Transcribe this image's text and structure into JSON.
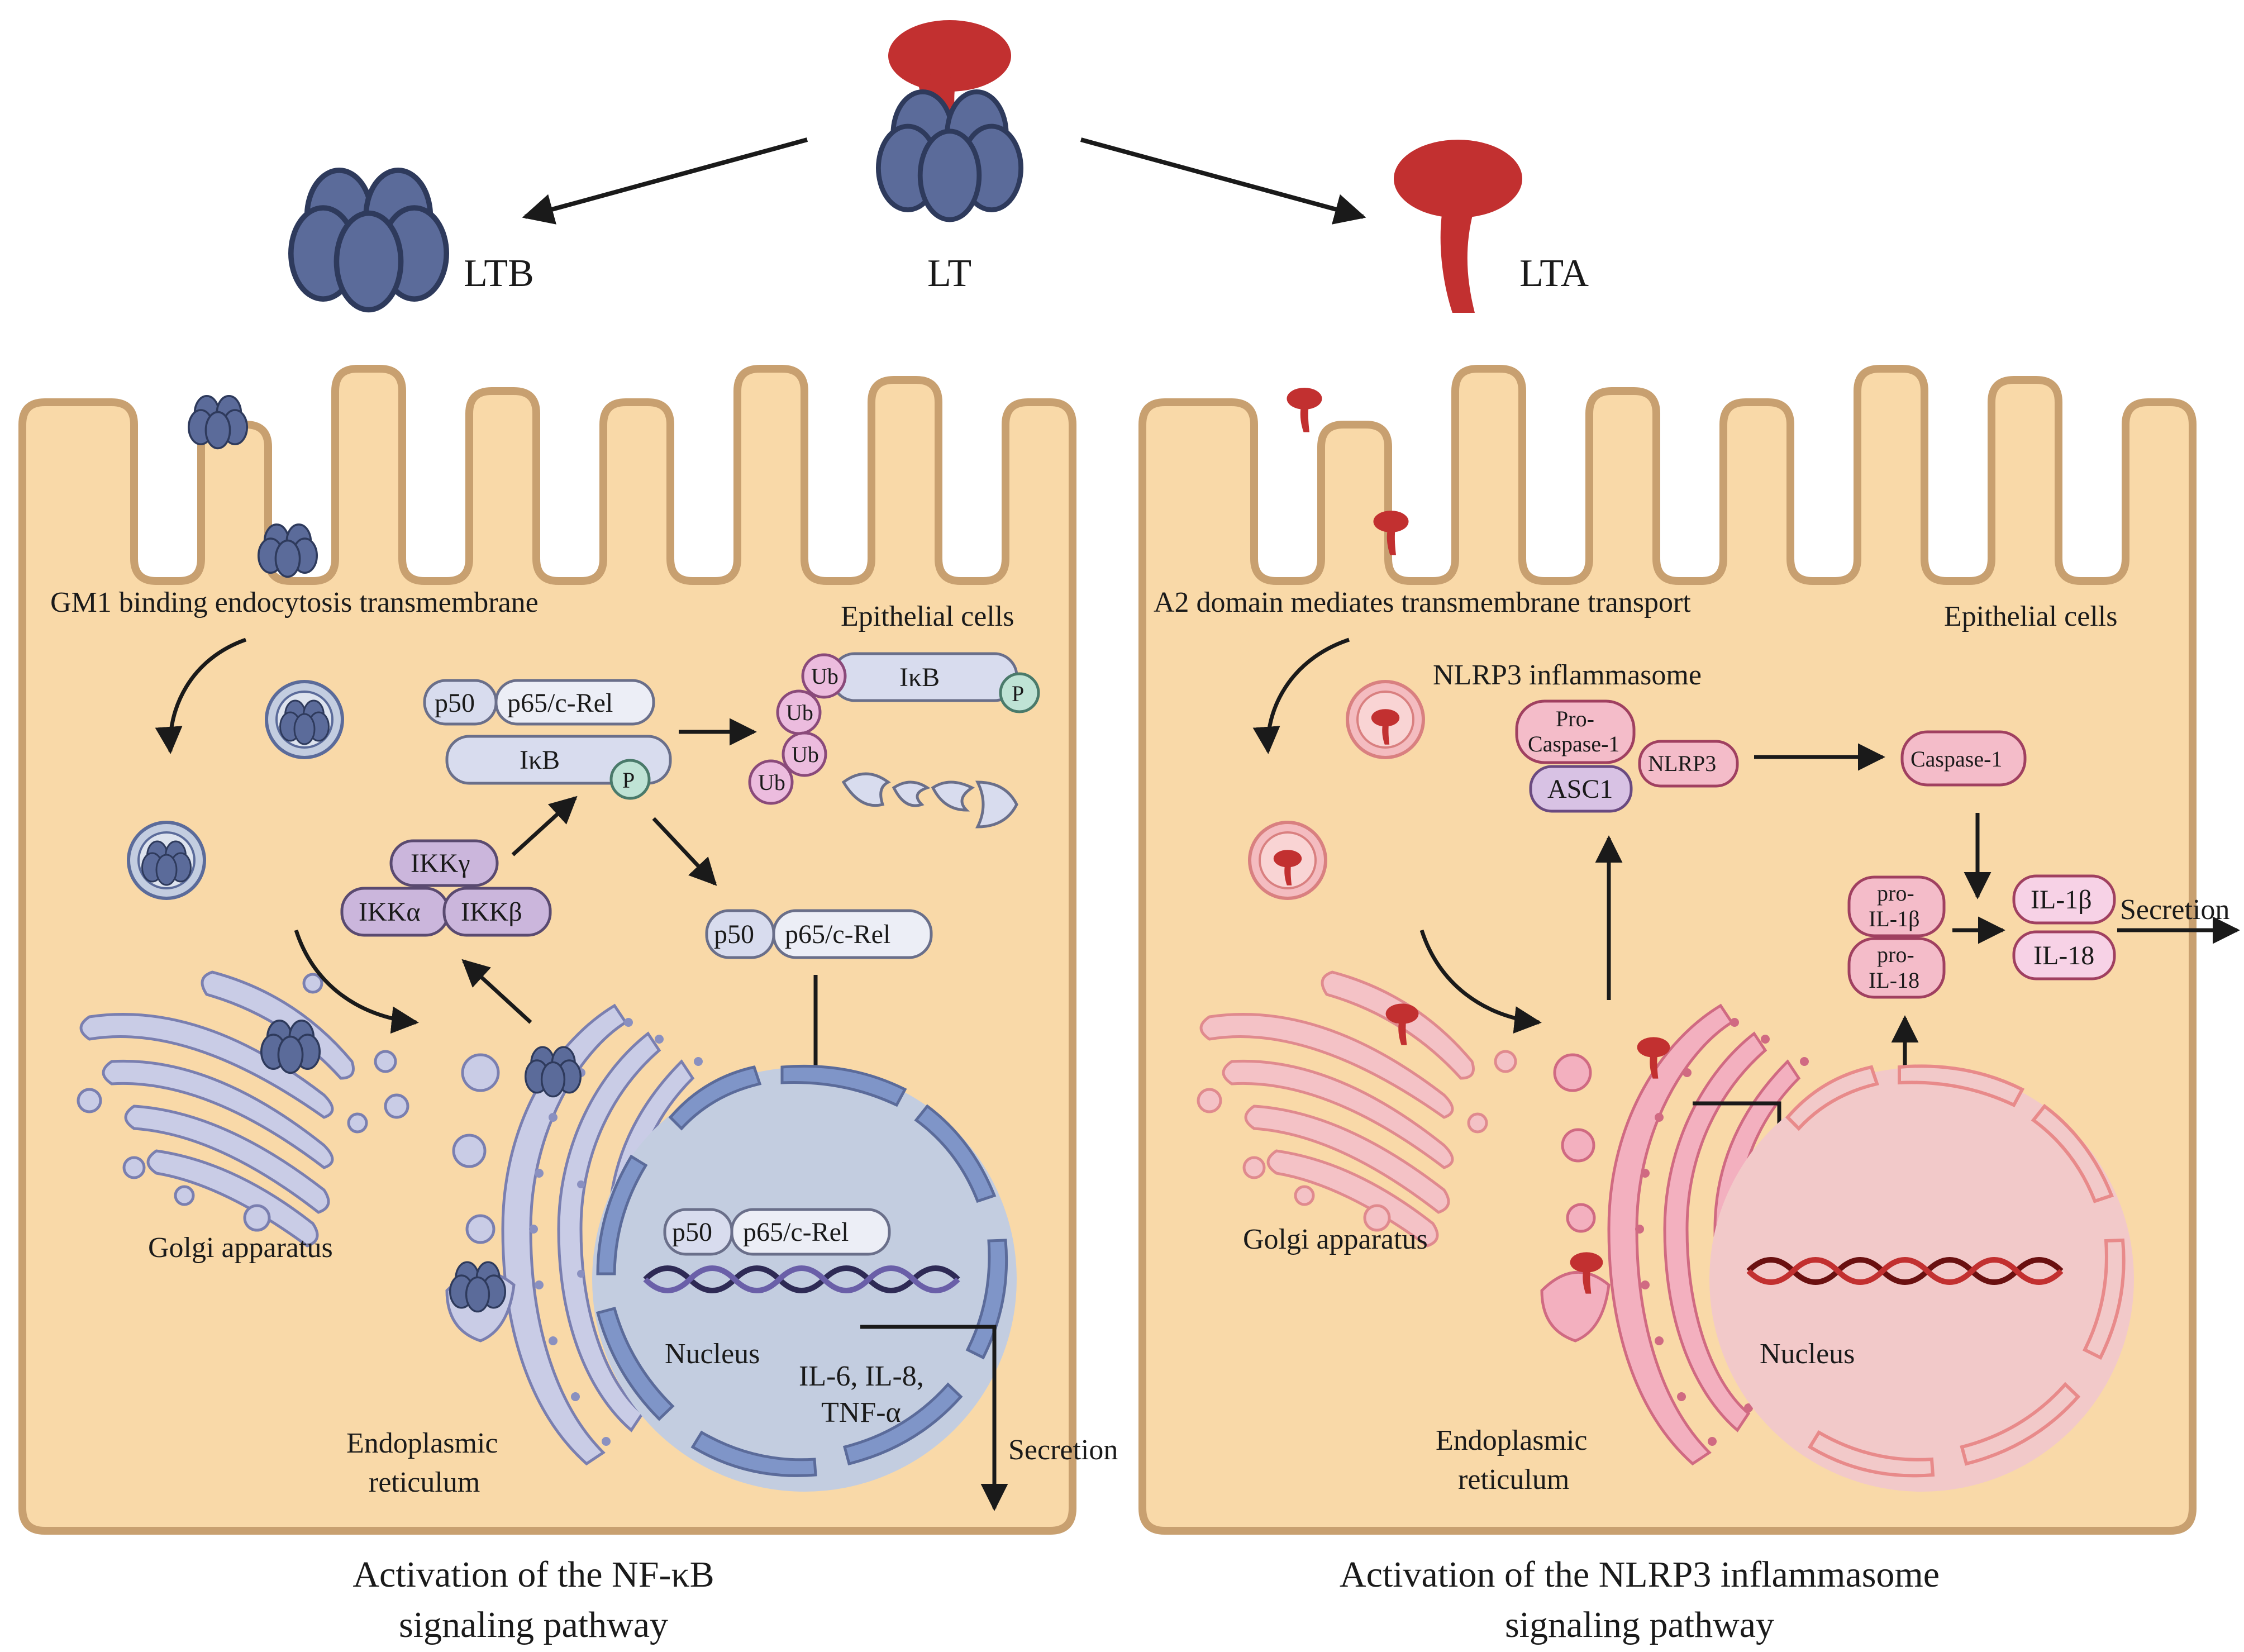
{
  "top": {
    "ltb": "LTB",
    "lt": "LT",
    "lta": "LTA"
  },
  "left_cell": {
    "entry": "GM1 binding endocytosis transmembrane",
    "cell_type": "Epithelial cells",
    "p50": "p50",
    "p65": "p65/c-Rel",
    "ikb": "IκB",
    "p": "P",
    "ub": "Ub",
    "ikk_gamma": "IKKγ",
    "ikk_alpha": "IKKα",
    "ikk_beta": "IKKβ",
    "golgi": "Golgi apparatus",
    "er_line1": "Endoplasmic",
    "er_line2": "reticulum",
    "nucleus": "Nucleus",
    "cytokines_line1": "IL-6, IL-8,",
    "cytokines_line2": "TNF-α",
    "secretion": "Secretion",
    "caption_line1": "Activation of the NF-κB",
    "caption_line2": "signaling pathway"
  },
  "right_cell": {
    "entry": "A2 domain mediates transmembrane transport",
    "cell_type": "Epithelial cells",
    "inflammasome": "NLRP3 inflammasome",
    "pro_casp_line1": "Pro-",
    "pro_casp_line2": "Caspase-1",
    "asc1": "ASC1",
    "nlrp3": "NLRP3",
    "caspase1": "Caspase-1",
    "pro_il1b_line1": "pro-",
    "pro_il1b_line2": "IL-1β",
    "pro_il18_line1": "pro-",
    "pro_il18_line2": "IL-18",
    "il1b": "IL-1β",
    "il18": "IL-18",
    "secretion": "Secretion",
    "golgi": "Golgi apparatus",
    "er_line1": "Endoplasmic",
    "er_line2": "reticulum",
    "nucleus": "Nucleus",
    "caption_line1": "Activation of the NLRP3 inflammasome",
    "caption_line2": "signaling pathway"
  },
  "colors": {
    "cell_fill": "#f9d9a8",
    "cell_stroke": "#c8a070",
    "ltb_blue": "#5b6b9a",
    "lta_red": "#c23030",
    "pathway_lavender": "#d8dcee",
    "nucleus_blue": "#c3cde0",
    "nucleus_pink": "#f2c9c9",
    "ikk_purple": "#cbb6dc",
    "ub_pink": "#ecbcde",
    "p_green": "#bfe3d5",
    "inflam_pink": "#f4bcc9"
  }
}
